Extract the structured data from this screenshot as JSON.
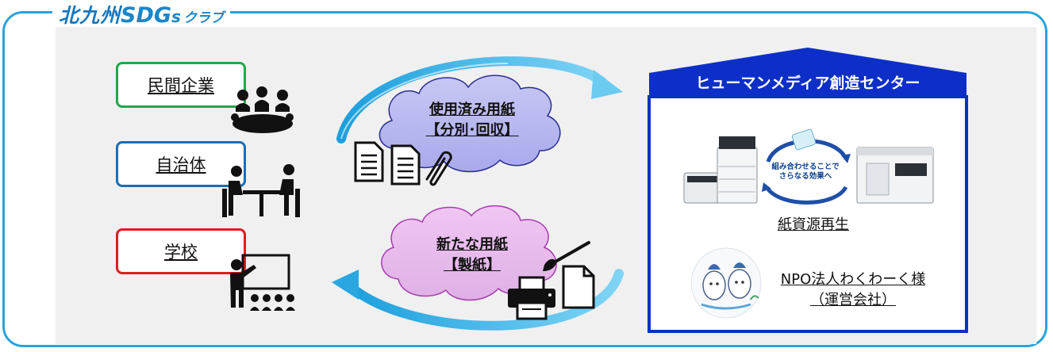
{
  "brand": {
    "part1": "北九州",
    "part2": "SDG",
    "part3": "s",
    "part4": "クラブ"
  },
  "organizations": [
    {
      "label": "民間企業"
    },
    {
      "label": "自治体"
    },
    {
      "label": "学校"
    }
  ],
  "flows": {
    "collection": {
      "line1": "使用済み用紙",
      "line2": "【分別･回収】"
    },
    "production": {
      "line1": "新たな用紙",
      "line2": "【製紙】"
    }
  },
  "center": {
    "title": "ヒューマンメディア創造センター",
    "cycle_label_line1": "組み合わせることで",
    "cycle_label_line2": "さらなる効果へ",
    "recycle_label": "紙資源再生",
    "npo_line1": "NPO法人わくわーく様",
    "npo_line2": "（運営会社）"
  },
  "colors": {
    "frame": "#29a3dc",
    "company": "#1ea84a",
    "government": "#1b6db4",
    "school": "#e31b23",
    "house": "#0d2fc8",
    "cloud_top": "#b4b4ee",
    "cloud_bottom": "#e6b8ea",
    "arrow": "#3fb4e6"
  }
}
